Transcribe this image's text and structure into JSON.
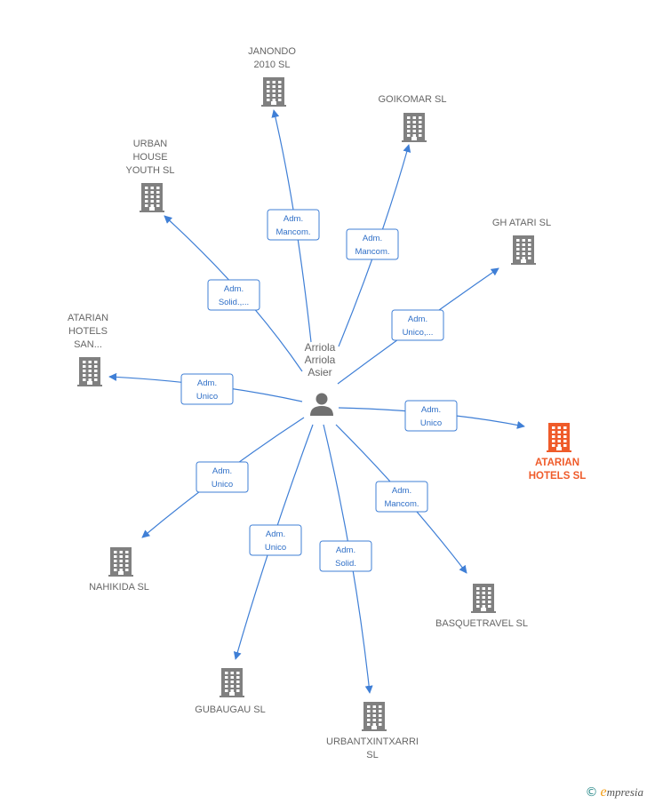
{
  "center": {
    "name_lines": [
      "Arriola",
      "Arriola",
      "Asier"
    ],
    "icon": "person-icon"
  },
  "colors": {
    "edge": "#3f7fd6",
    "building": "#808080",
    "highlight": "#ef5b2a"
  },
  "companies": [
    {
      "id": "janondo",
      "lines": [
        "JANONDO",
        "2010 SL"
      ],
      "relation": [
        "Adm.",
        "Mancom."
      ],
      "highlight": false
    },
    {
      "id": "goikomar",
      "lines": [
        "GOIKOMAR  SL"
      ],
      "relation": [
        "Adm.",
        "Mancom."
      ],
      "highlight": false
    },
    {
      "id": "urban-house",
      "lines": [
        "URBAN",
        "HOUSE",
        "YOUTH  SL"
      ],
      "relation": [
        "Adm.",
        "Solid.,..."
      ],
      "highlight": false
    },
    {
      "id": "gh-atari",
      "lines": [
        "GH ATARI  SL"
      ],
      "relation": [
        "Adm.",
        "Unico,..."
      ],
      "highlight": false
    },
    {
      "id": "atarian-san",
      "lines": [
        "ATARIAN",
        "HOTELS",
        "SAN..."
      ],
      "relation": [
        "Adm.",
        "Unico"
      ],
      "highlight": false
    },
    {
      "id": "atarian-hotels",
      "lines": [
        "ATARIAN",
        "HOTELS  SL"
      ],
      "relation": [
        "Adm.",
        "Unico"
      ],
      "highlight": true
    },
    {
      "id": "nahikida",
      "lines": [
        "NAHIKIDA SL"
      ],
      "relation": [
        "Adm.",
        "Unico"
      ],
      "highlight": false
    },
    {
      "id": "basquetravel",
      "lines": [
        "BASQUETRAVEL SL"
      ],
      "relation": [
        "Adm.",
        "Mancom."
      ],
      "highlight": false
    },
    {
      "id": "gubaugau",
      "lines": [
        "GUBAUGAU SL"
      ],
      "relation": [
        "Adm.",
        "Unico"
      ],
      "highlight": false
    },
    {
      "id": "urbantxintxarri",
      "lines": [
        "URBANTXINTXARRI",
        "SL"
      ],
      "relation": [
        "Adm.",
        "Solid."
      ],
      "highlight": false
    }
  ],
  "footer": {
    "copyright": "©",
    "brand_initial": "e",
    "brand_rest": "mpresia"
  }
}
